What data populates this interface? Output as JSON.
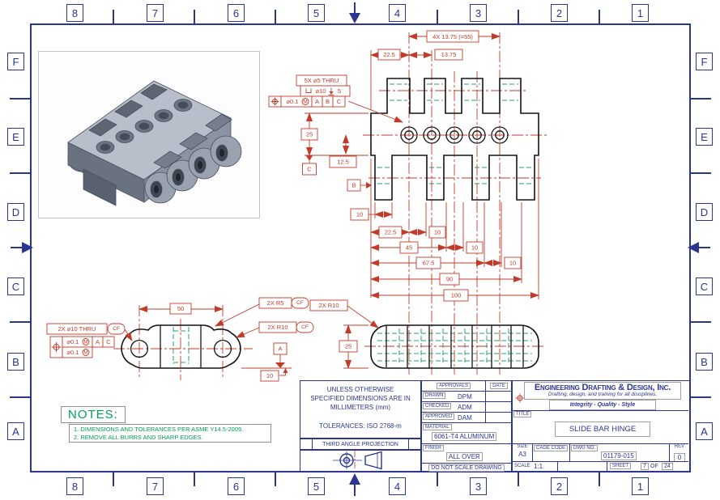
{
  "sheet": {
    "zones_top": [
      "8",
      "7",
      "6",
      "5",
      "4",
      "3",
      "2",
      "1"
    ],
    "zones_bottom": [
      "8",
      "7",
      "6",
      "5",
      "4",
      "3",
      "2",
      "1"
    ],
    "zones_left": [
      "F",
      "E",
      "D",
      "C",
      "B",
      "A"
    ],
    "zones_right": [
      "F",
      "E",
      "D",
      "C",
      "B",
      "A"
    ]
  },
  "colors": {
    "frame_navy": "#2b3690",
    "dimension_red": "#c23b2a",
    "hidden_line_green": "#2f9e6e",
    "notes_green": "#00a155",
    "object_line_black": "#141414"
  },
  "icons": {
    "position_symbol": "crosshair-in-circle",
    "counterbore_symbol": "open-top-rectangle",
    "depth_symbol": "arrow-to-bar",
    "projection_symbol": "third-angle-cone-and-target",
    "datum_flag": "filled-triangle-leader"
  },
  "top_view": {
    "dim_pitch": "4X 13.75 (=55)",
    "dim_22_5_top": "22.5",
    "dim_13_75": "13.75",
    "hole_note_line1": "5X ⌀5 THRU",
    "cbore_dia": "⌀10",
    "cbore_depth": "5",
    "fcf_tol": "⌀0.1",
    "fcf_mod": "M",
    "fcf_datum_1": "A",
    "fcf_datum_2": "B",
    "fcf_datum_3": "C",
    "dim_25": "25",
    "dim_12_5": "12.5",
    "datum_b": "B",
    "datum_c": "C",
    "dim_10_tab": "10",
    "dim_22_5_bot": "22.5",
    "dim_10_b": "10",
    "dim_45": "45",
    "dim_10_c": "10",
    "dim_67_5": "67.5",
    "dim_10_d": "10",
    "dim_90": "90",
    "dim_100": "100"
  },
  "front_view": {
    "dim_50": "50",
    "note_r5": "2X R5",
    "note_r10": "2X R10",
    "note_hole": "2X ⌀10 THRU",
    "cf": "CF",
    "fcf_tol_top": "⌀0.1",
    "fcf_mod_top": "M",
    "fcf_datum_1": "A",
    "fcf_datum_2": "C",
    "fcf_tol_bottom": "⌀0.1",
    "fcf_mod_bottom": "M",
    "datum_a": "A",
    "dim_10": "10"
  },
  "bottom_view": {
    "note_r10": "2X R10",
    "dim_25": "25"
  },
  "notes": {
    "heading": "NOTES:",
    "items": [
      "1.  DIMENSIONS AND TOLERANCES PER ASME Y14.5-2009.",
      "2.  REMOVE ALL BURRS AND SHARP EDGES."
    ]
  },
  "title_block": {
    "tolerance_note_line1": "UNLESS OTHERWISE",
    "tolerance_note_line2": "SPECIFIED DIMENSIONS ARE IN",
    "tolerance_note_line3": "MILLIMETERS (mm)",
    "tolerance_note_line4": "TOLERANCES: ISO 2768-m",
    "projection_label": "THIRD ANGLE PROJECTION",
    "approvals": {
      "header": "APPROVALS",
      "date_header": "DATE",
      "rows": [
        {
          "role": "DRAWN",
          "initials": "DPM"
        },
        {
          "role": "CHECKED",
          "initials": "ADM"
        },
        {
          "role": "APPROVED",
          "initials": "DAM"
        }
      ]
    },
    "material_label": "MATERIAL",
    "material_value": "6061-T4 ALUMINUM",
    "finish_label": "FINISH",
    "finish_value": "ALL OVER",
    "do_not_scale": "DO NOT SCALE DRAWING",
    "company_name": "Engineering Drafting & Design, Inc.",
    "company_tagline": "Drafting, design, and training for all disciplines.",
    "company_motto": "Integrity  -  Quality  -  Style",
    "title_label": "TITLE",
    "title_value": "SLIDE BAR HINGE",
    "size_label": "SIZE",
    "size_value": "A3",
    "cage_label": "CAGE CODE",
    "dwg_label": "DWG NO.",
    "dwg_value": "01179-015",
    "rev_label": "REV",
    "rev_value": "0",
    "scale_label": "SCALE",
    "scale_value": "1:1",
    "sheet_label": "SHEET",
    "sheet_no": "7",
    "sheet_of": "OF",
    "sheet_total": "24"
  }
}
